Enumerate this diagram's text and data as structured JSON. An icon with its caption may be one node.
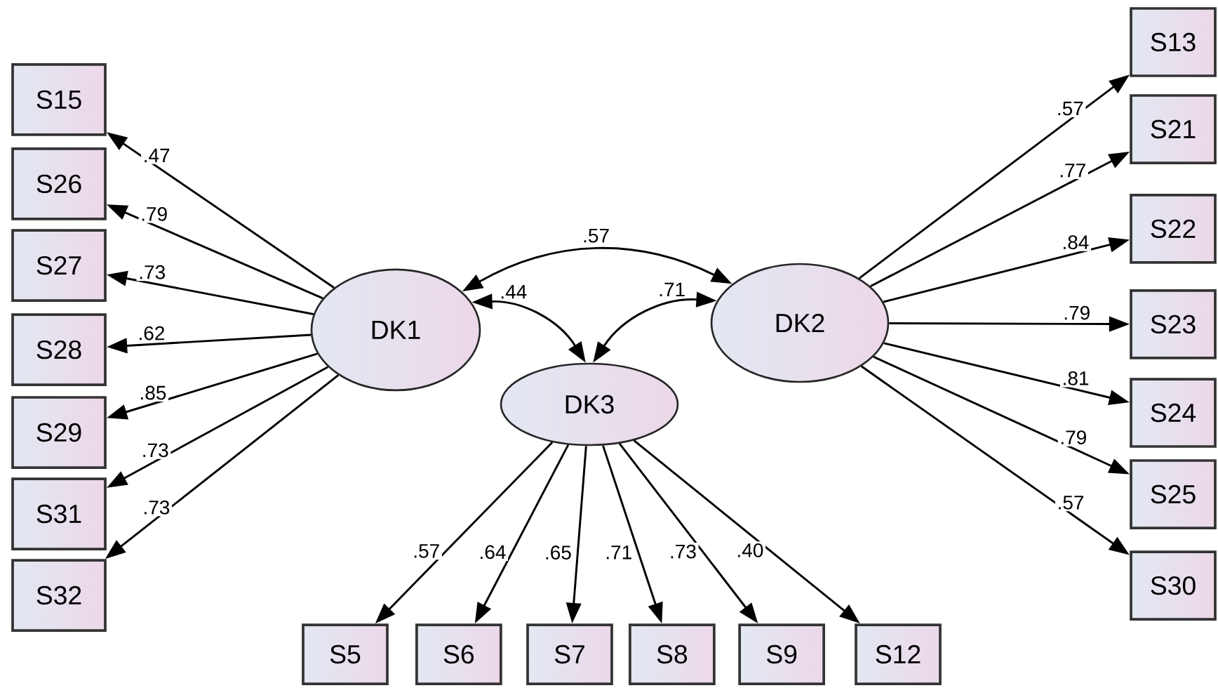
{
  "diagram": {
    "nodes": [
      {
        "text": [
          "S15"
        ]
      },
      {
        "text": [
          "S26"
        ]
      },
      {
        "text": [
          "S27"
        ]
      },
      {
        "text": [
          "S28"
        ]
      },
      {
        "text": [
          "S29"
        ]
      },
      {
        "text": [
          "S31"
        ]
      },
      {
        "text": [
          "S32"
        ]
      },
      {
        "text": [
          "DK1"
        ]
      },
      {
        "text": [
          "DK2"
        ]
      },
      {
        "text": [
          "DK3"
        ]
      },
      {
        "text": [
          "S13"
        ]
      },
      {
        "text": [
          "S21"
        ]
      },
      {
        "text": [
          "S22"
        ]
      },
      {
        "text": [
          "S23"
        ]
      },
      {
        "text": [
          "S24"
        ]
      },
      {
        "text": [
          "S25"
        ]
      },
      {
        "text": [
          "S30"
        ]
      },
      {
        "text": [
          "S5"
        ]
      },
      {
        "text": [
          "S6"
        ]
      },
      {
        "text": [
          "S7"
        ]
      },
      {
        "text": [
          "S8"
        ]
      },
      {
        "text": [
          "S9"
        ]
      },
      {
        "text": [
          "S12"
        ]
      }
    ],
    "edges": [
      {
        "from": 7,
        "to": 0,
        "arrow": "to",
        "label": ".47"
      },
      {
        "from": 7,
        "to": 1,
        "arrow": "to",
        "label": ".79"
      },
      {
        "from": 7,
        "to": 2,
        "arrow": "to",
        "label": ".73"
      },
      {
        "from": 7,
        "to": 3,
        "arrow": "to",
        "label": ".62"
      },
      {
        "from": 7,
        "to": 4,
        "arrow": "to",
        "label": ".85"
      },
      {
        "from": 7,
        "to": 5,
        "arrow": "to",
        "label": ".73"
      },
      {
        "from": 7,
        "to": 6,
        "arrow": "to",
        "label": ".73"
      },
      {
        "from": 7,
        "to": 8,
        "arrow": "both",
        "label": ".57"
      },
      {
        "from": 7,
        "to": 9,
        "arrow": "both",
        "label": ".44"
      },
      {
        "from": 8,
        "to": 9,
        "arrow": "both",
        "label": ".71"
      },
      {
        "from": 8,
        "to": 10,
        "arrow": "to",
        "label": ".57"
      },
      {
        "from": 8,
        "to": 11,
        "arrow": "to",
        "label": ".77"
      },
      {
        "from": 8,
        "to": 12,
        "arrow": "to",
        "label": ".84"
      },
      {
        "from": 8,
        "to": 13,
        "arrow": "to",
        "label": ".79"
      },
      {
        "from": 8,
        "to": 14,
        "arrow": "to",
        "label": ".81"
      },
      {
        "from": 8,
        "to": 15,
        "arrow": "to",
        "label": ".79"
      },
      {
        "from": 8,
        "to": 16,
        "arrow": "to",
        "label": ".57"
      },
      {
        "from": 9,
        "to": 17,
        "arrow": "to",
        "label": ".57"
      },
      {
        "from": 9,
        "to": 18,
        "arrow": "to",
        "label": ".64"
      },
      {
        "from": 9,
        "to": 19,
        "arrow": "to",
        "label": ".65"
      },
      {
        "from": 9,
        "to": 20,
        "arrow": "to",
        "label": ".71"
      },
      {
        "from": 9,
        "to": 21,
        "arrow": "to",
        "label": ".73"
      },
      {
        "from": 9,
        "to": 22,
        "arrow": "to",
        "label": ".40"
      }
    ]
  }
}
